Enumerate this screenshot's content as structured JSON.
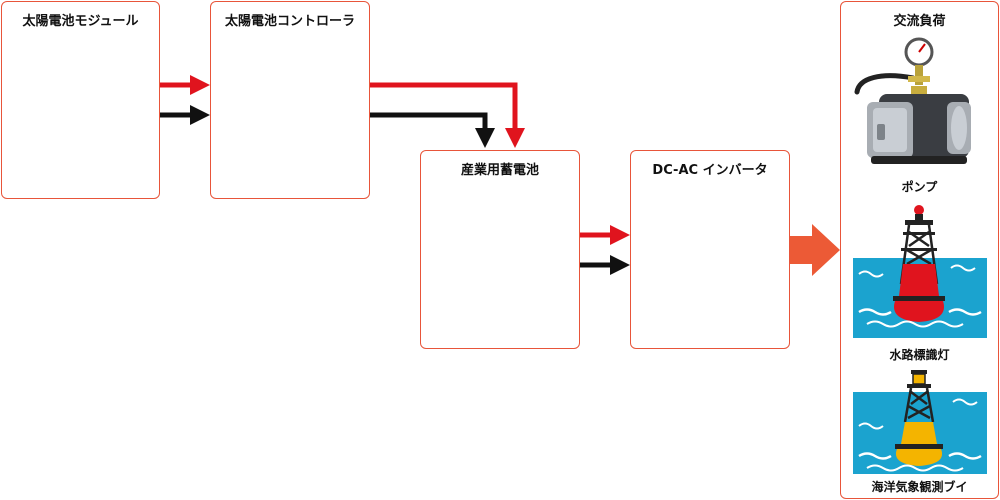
{
  "blocks": {
    "solar_module": "太陽電池モジュール",
    "solar_controller": "太陽電池コントローラ",
    "battery": "産業用蓄電池",
    "inverter": "DC-AC インバータ",
    "ac_load": "交流負荷"
  },
  "loads": {
    "pump": "ポンプ",
    "beacon": "水路標識灯",
    "buoy": "海洋気象観測ブイ"
  },
  "colors": {
    "border": "#e8553a",
    "positive": "#e0141e",
    "negative": "#111111",
    "output_arrow": "#ec5a36",
    "water": "#1ba3cf"
  }
}
